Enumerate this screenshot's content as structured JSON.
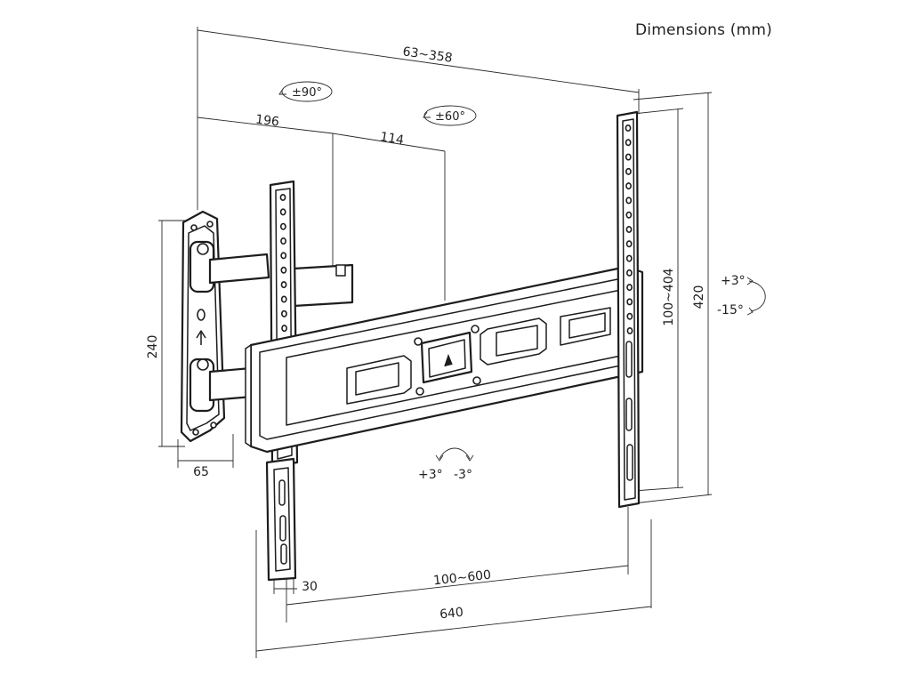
{
  "title": "Dimensions (mm)",
  "dimensions": {
    "arm_extension": "63~358",
    "arm_segment_1": "196",
    "arm_segment_2": "114",
    "wall_plate_height": "240",
    "wall_plate_width": "65",
    "vesa_vertical": "100~404",
    "bracket_height": "420",
    "vesa_horizontal": "100~600",
    "bracket_width": "640",
    "arm_rail_width": "30"
  },
  "rotations": {
    "swivel_arm": "±90°",
    "swivel_head": "±60°",
    "tilt_up": "+3°",
    "tilt_down": "-15°",
    "roll_plus": "+3°",
    "roll_minus": "-3°"
  }
}
